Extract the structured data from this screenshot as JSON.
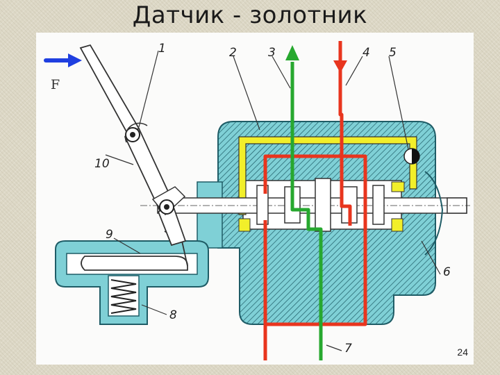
{
  "slide": {
    "title": "Датчик - золотник",
    "force_label": "F",
    "page_number": "24"
  },
  "callouts": [
    "1",
    "2",
    "3",
    "4",
    "5",
    "6",
    "7",
    "8",
    "9",
    "10"
  ],
  "colors": {
    "housing": "#2fb8c2",
    "hatch": "#1e5c66",
    "yellow_channel": "#f2ef2a",
    "supply_line": "#e8351e",
    "drain_line": "#27a82f",
    "force_arrow": "#1f3fe0",
    "ink": "#333333"
  }
}
